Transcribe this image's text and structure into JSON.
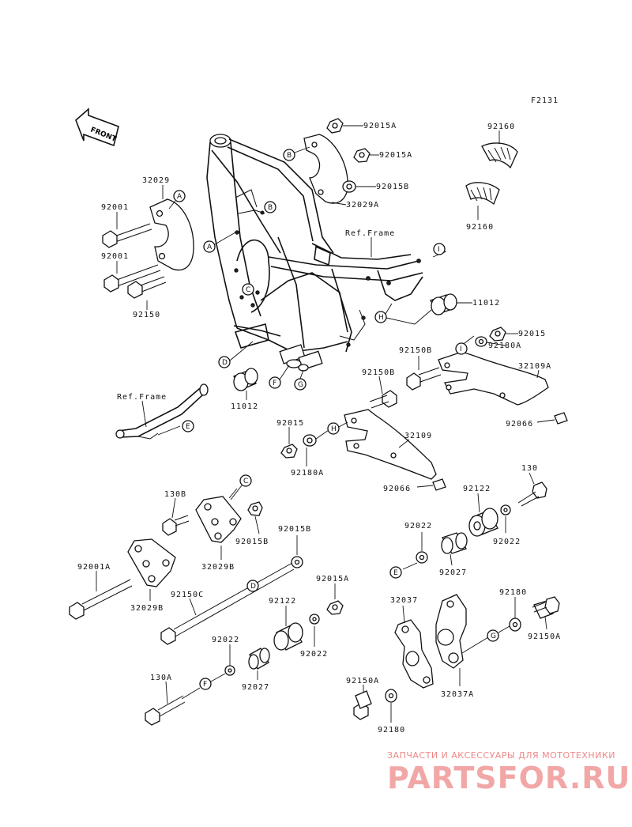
{
  "diagram_code": "F2131",
  "front_label": "FRONT",
  "ref_frame_label": "Ref.Frame",
  "callouts": [
    "A",
    "B",
    "C",
    "D",
    "E",
    "F",
    "G",
    "H",
    "I"
  ],
  "parts": {
    "p92015A": "92015A",
    "p32029A": "32029A",
    "p92015B": "92015B",
    "p92160": "92160",
    "p32029": "32029",
    "p92001": "92001",
    "p92150": "92150",
    "p11012": "11012",
    "p92015": "92015",
    "p92180A": "92180A",
    "p92150B": "92150B",
    "p32109A": "32109A",
    "p92066": "92066",
    "p32109": "32109",
    "p130B": "130B",
    "p92015B_2": "92015B",
    "p32029B": "32029B",
    "p92001A": "92001A",
    "p92150C": "92150C",
    "p92122": "92122",
    "p92022": "92022",
    "p92027": "92027",
    "p130": "130",
    "p130A": "130A",
    "p32037": "32037",
    "p32037A": "32037A",
    "p92180": "92180",
    "p92150A": "92150A"
  },
  "watermark": {
    "tagline": "ЗАПЧАСТИ И АКСЕССУАРЫ ДЛЯ МОТОТЕХНИКИ",
    "brand": "PARTSFOR.RU"
  }
}
